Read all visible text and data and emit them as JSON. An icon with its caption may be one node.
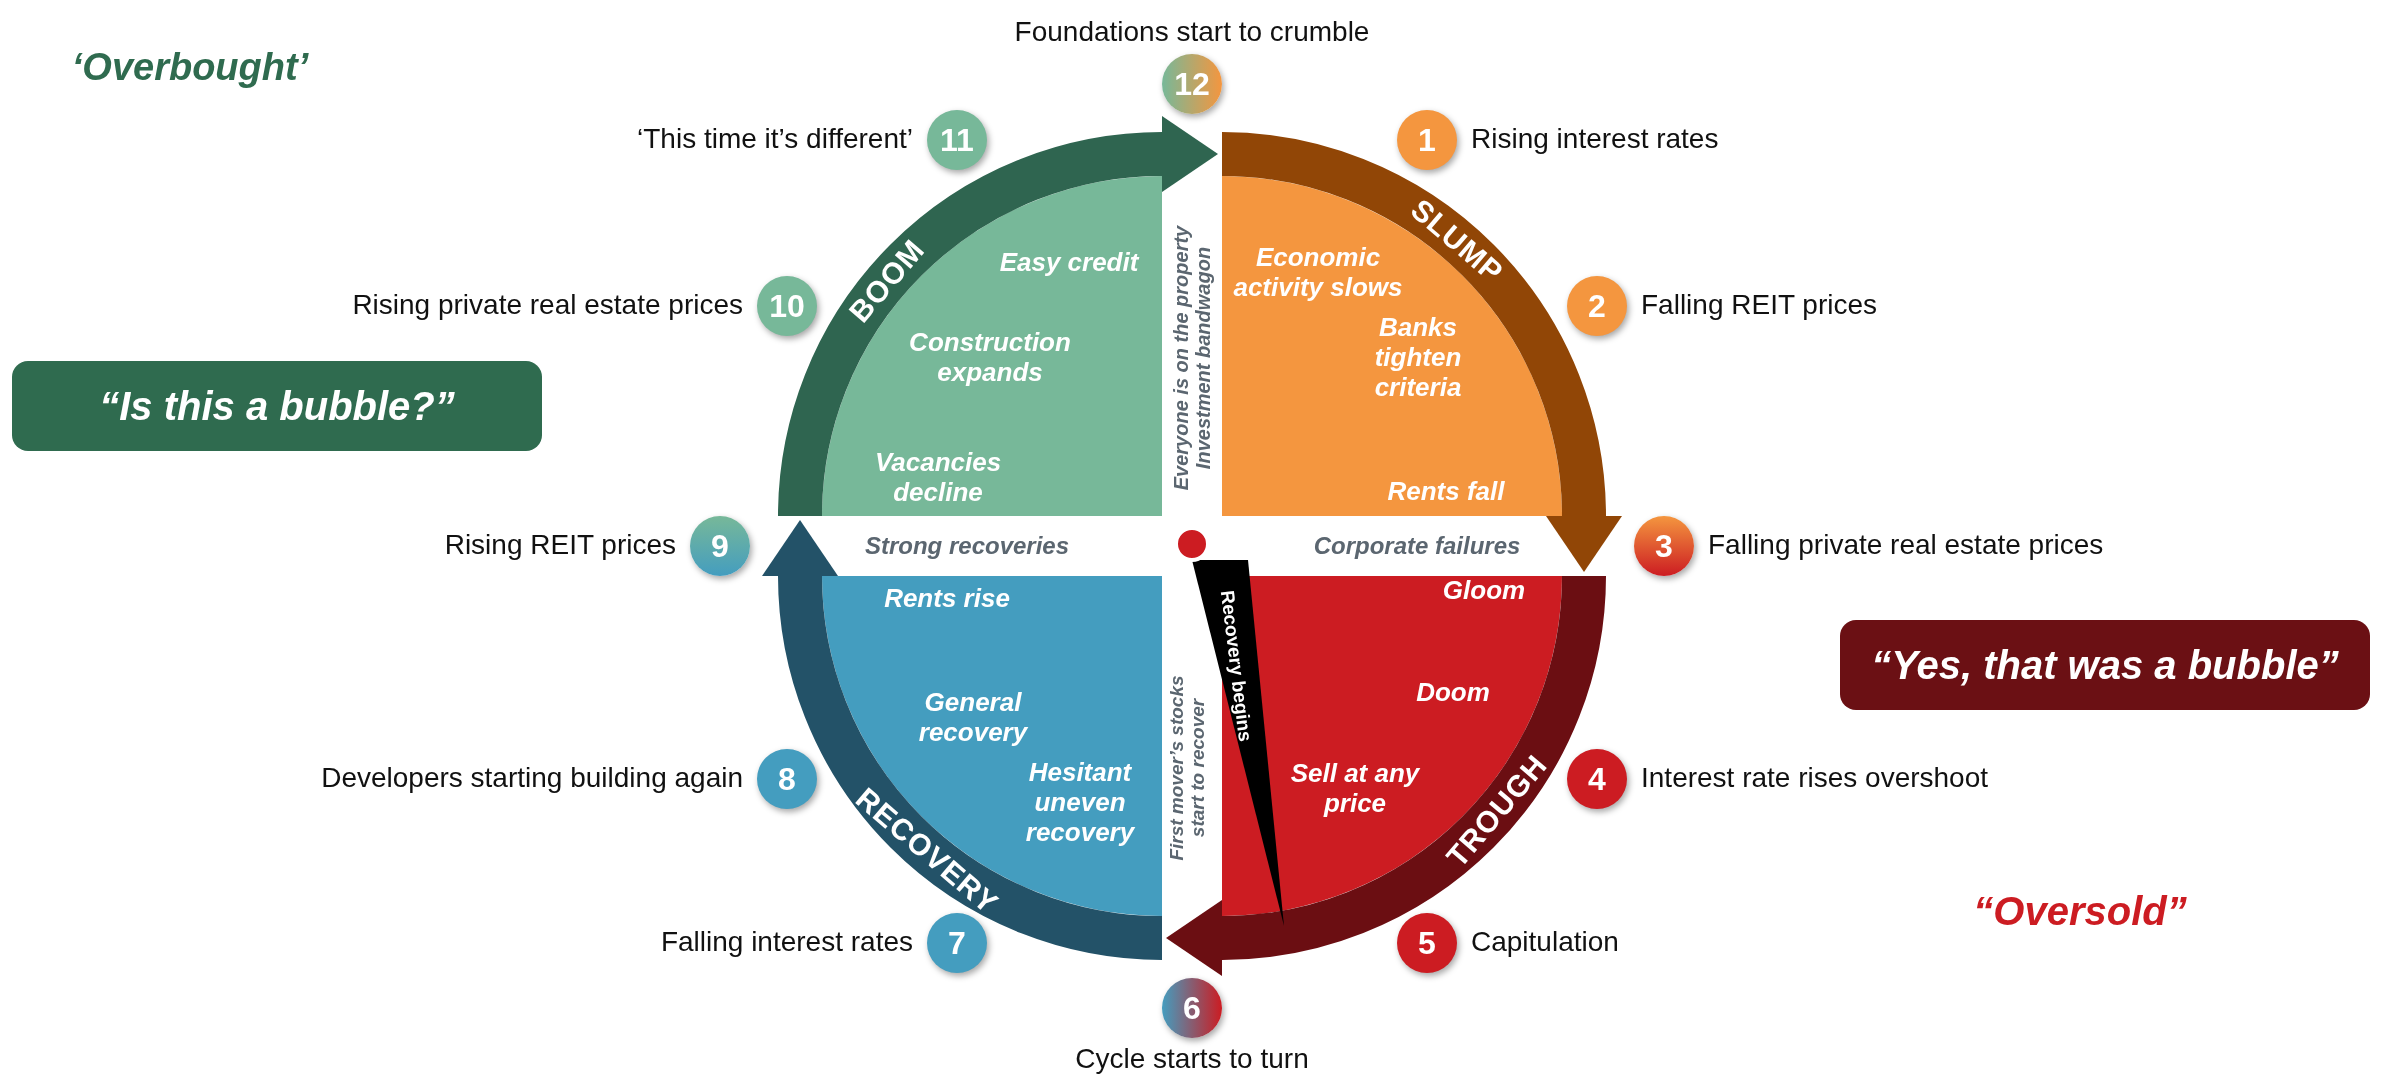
{
  "diagram": {
    "nodes": [
      {
        "text": [
          "12"
        ],
        "beside": [
          "Foundations start to crumble"
        ]
      },
      {
        "text": [
          "11"
        ],
        "beside": [
          "‘This time it’s different’"
        ]
      },
      {
        "text": [
          "1"
        ],
        "beside": [
          "Rising interest rates"
        ]
      },
      {
        "text": [
          "Easy credit",
          "Construction expands",
          "Vacancies decline"
        ]
      },
      {
        "text": [
          "Economic activity slows",
          "Banks tighten criteria",
          "Rents fall"
        ]
      },
      {
        "text": [
          "10"
        ],
        "beside": [
          "Rising private real estate prices"
        ]
      },
      {
        "text": [
          "2"
        ],
        "beside": [
          "Falling REIT prices"
        ]
      },
      {
        "text": [
          "“Is this a bubble?”"
        ]
      },
      {
        "text": [
          "9"
        ],
        "beside": [
          "Rising REIT prices"
        ]
      },
      {
        "text": [
          "3"
        ],
        "beside": [
          "Falling private real estate prices"
        ]
      },
      {
        "text": [
          "Recovery begins"
        ]
      },
      {
        "text": [
          "Rents rise",
          "General recovery",
          "Hesitant uneven recovery"
        ]
      },
      {
        "text": [
          "Gloom",
          "Doom",
          "Sell at any price"
        ]
      },
      {
        "text": [
          "“Yes, that was a bubble”"
        ]
      },
      {
        "text": [
          "8"
        ],
        "beside": [
          "Developers starting building again"
        ]
      },
      {
        "text": [
          "4"
        ],
        "beside": [
          "Interest rate rises overshoot"
        ]
      },
      {
        "text": [
          "7"
        ],
        "beside": [
          "Falling interest rates"
        ]
      },
      {
        "text": [
          "5"
        ],
        "beside": [
          "Capitulation"
        ]
      },
      {
        "text": [
          "6"
        ],
        "beside": [
          "Cycle starts to turn"
        ]
      }
    ],
    "edges": [
      {
        "from": 3,
        "to": 4,
        "arrow": "to",
        "label": "BOOM",
        "color": "#2f6550"
      },
      {
        "from": 4,
        "to": 12,
        "arrow": "to",
        "label": "SLUMP",
        "color": "#914606"
      },
      {
        "from": 12,
        "to": 11,
        "arrow": "to",
        "label": "TROUGH",
        "color": "#6b0e12"
      },
      {
        "from": 11,
        "to": 3,
        "arrow": "to",
        "label": "RECOVERY",
        "color": "#235268"
      }
    ],
    "labels": [
      "‘Overbought’",
      "Everyone is on the property Investment bandwagon",
      "Strong recoveries",
      "Corporate failures",
      "First mover’s stocks start to recover",
      "“Oversold”"
    ]
  }
}
